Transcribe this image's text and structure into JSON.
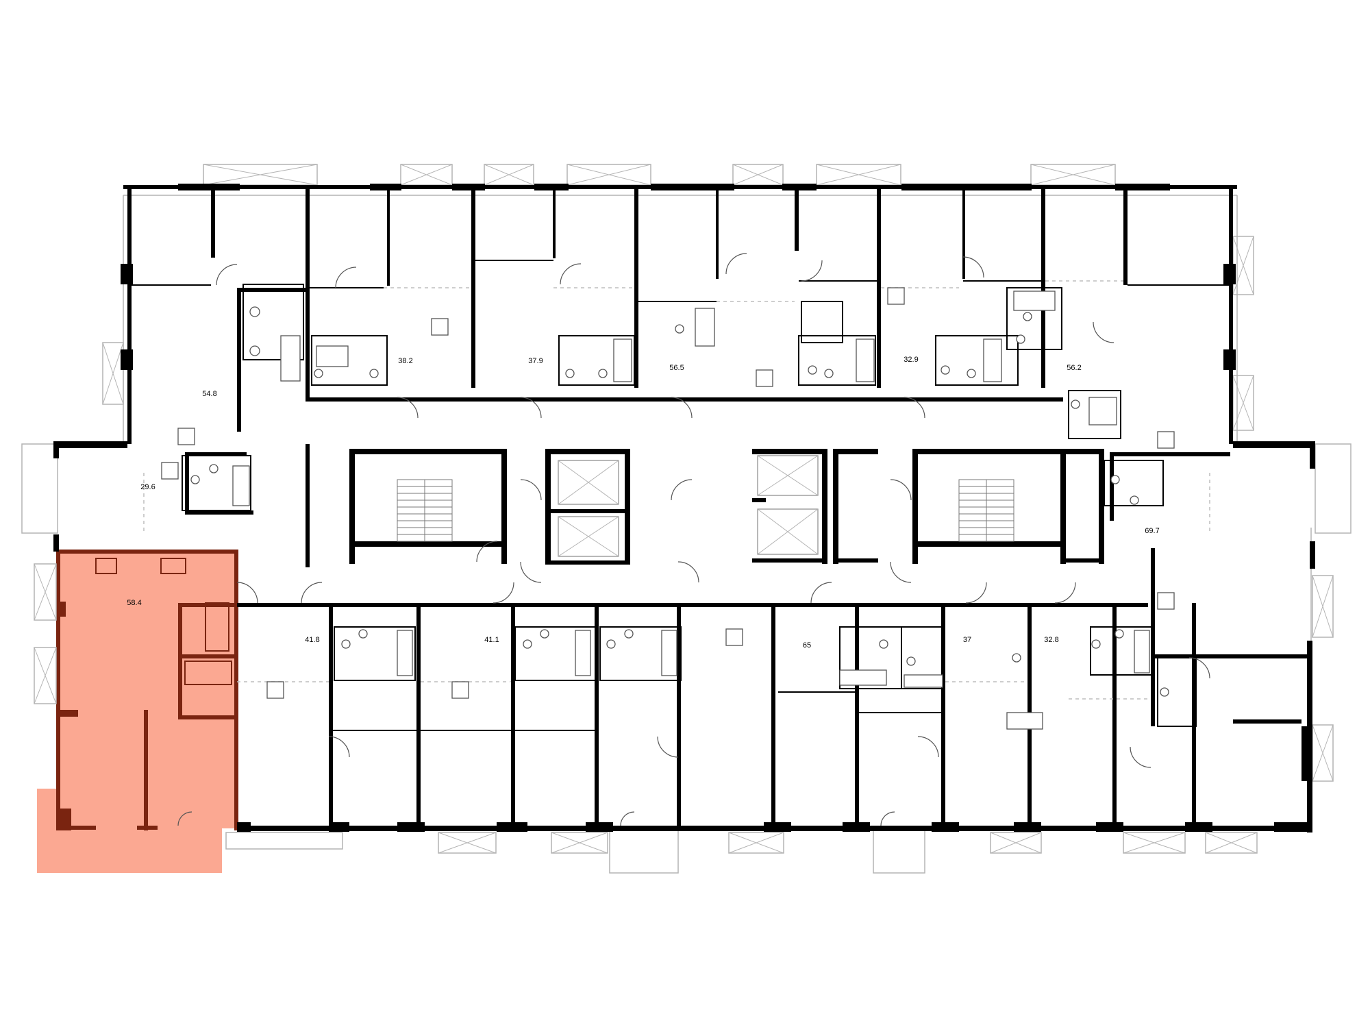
{
  "colors": {
    "selected_fill": "#fba892",
    "selected_wall": "#7a2410",
    "wall": "#000000",
    "glazing": "#b4b4b4"
  },
  "plan": {
    "selected_apartment": "58.4",
    "apartments": [
      {
        "id": "apt-54-8",
        "area": "54.8"
      },
      {
        "id": "apt-38-2",
        "area": "38.2"
      },
      {
        "id": "apt-37-9",
        "area": "37.9"
      },
      {
        "id": "apt-56-5",
        "area": "56.5"
      },
      {
        "id": "apt-32-9",
        "area": "32.9"
      },
      {
        "id": "apt-56-2",
        "area": "56.2"
      },
      {
        "id": "apt-29-6",
        "area": "29.6"
      },
      {
        "id": "apt-69-7",
        "area": "69.7"
      },
      {
        "id": "apt-58-4",
        "area": "58.4"
      },
      {
        "id": "apt-41-8",
        "area": "41.8"
      },
      {
        "id": "apt-41-1",
        "area": "41.1"
      },
      {
        "id": "apt-65",
        "area": "65"
      },
      {
        "id": "apt-37",
        "area": "37"
      },
      {
        "id": "apt-32-8",
        "area": "32.8"
      }
    ]
  }
}
